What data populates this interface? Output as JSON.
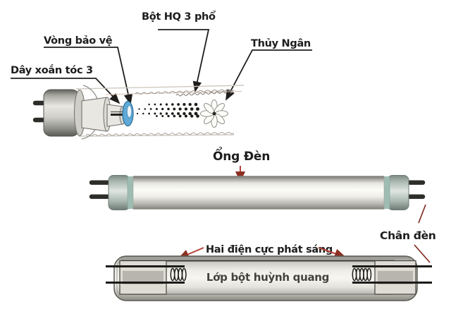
{
  "diagram": {
    "top_labels": {
      "filament_wire": "Dây xoắn tóc 3",
      "protective_ring": "Vòng bảo vệ",
      "phosphor_powder": "Bột HQ 3 phổ",
      "mercury": "Thủy Ngân"
    },
    "middle_labels": {
      "lamp_tube": "Ổng Đèn"
    },
    "bottom_labels": {
      "electrodes": "Hai điện cực phát sáng",
      "phosphor_layer": "Lớp bột huỳnh quang",
      "lamp_pins": "Chân đèn"
    },
    "colors": {
      "label_text": "#1d1d1d",
      "leader_black": "#1e1e1c",
      "arrow_red": "#b5443a",
      "leader_maroon": "#7b241c",
      "protective_ring_blue": "#5ea9d6",
      "tube_cap_green": "#aab7b1"
    }
  }
}
